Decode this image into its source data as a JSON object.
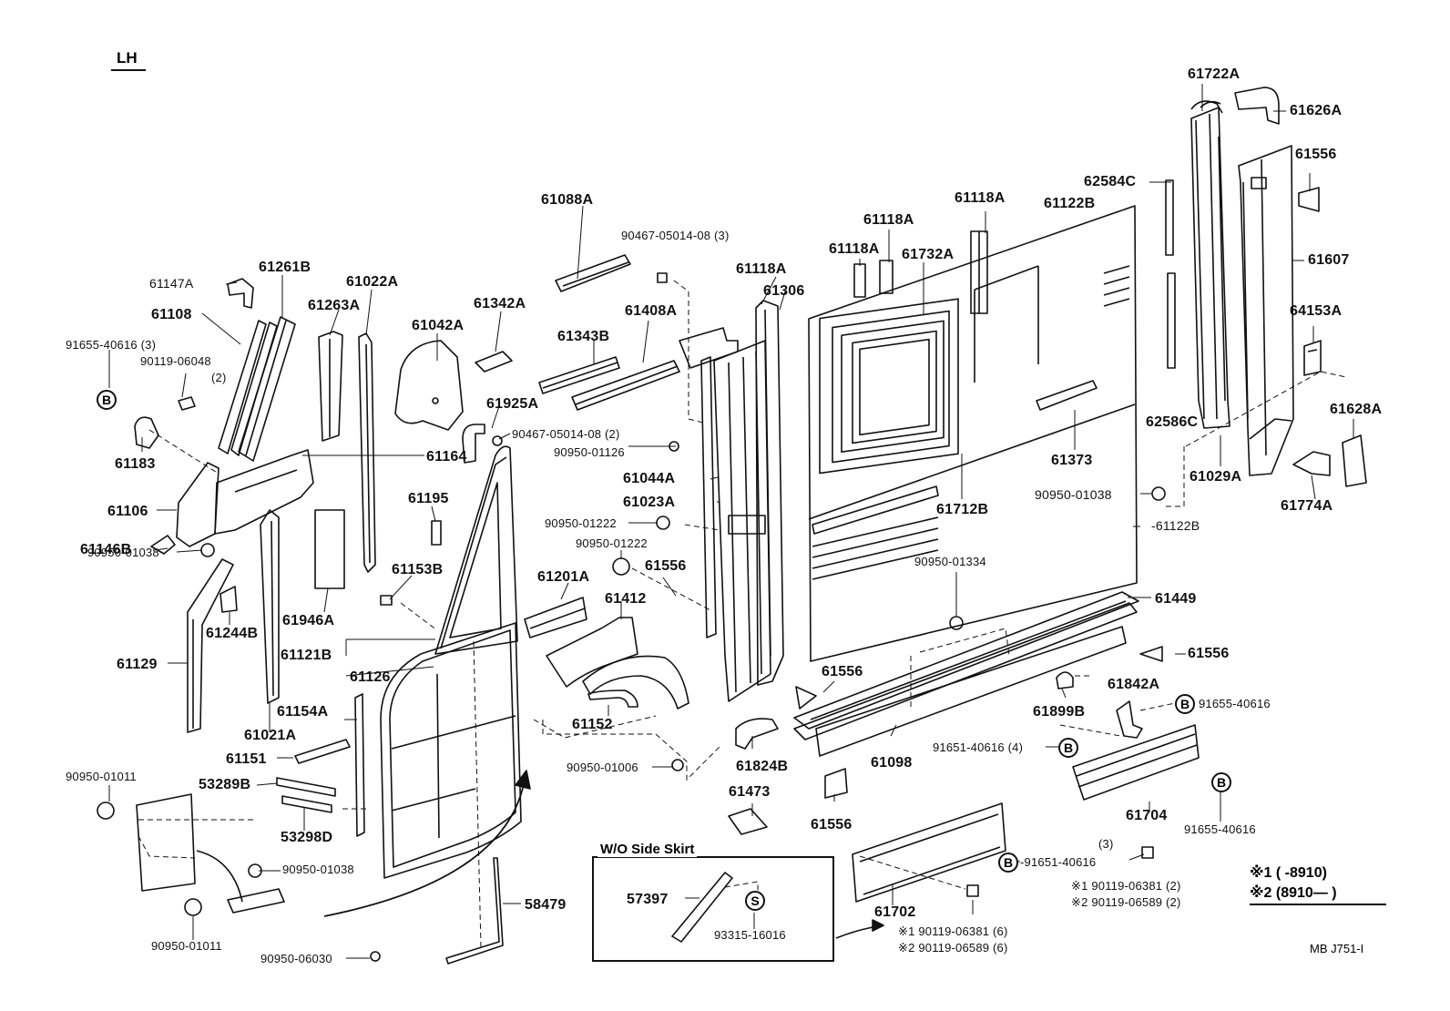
{
  "header": {
    "side_label": "LH"
  },
  "inset": {
    "title": "W/O Side Skirt"
  },
  "legend": {
    "row1": "※1 (      -8910)",
    "row2": "※2 (8910—      )"
  },
  "diagram_code": "MB  J751-I",
  "bolt_marker": "B",
  "screw_marker": "S",
  "parts": {
    "p61722A": "61722A",
    "p61626A": "61626A",
    "p61556_a": "61556",
    "p62584C": "62584C",
    "p61118A_a": "61118A",
    "p61122B_a": "61122B",
    "p61118A_b": "61118A",
    "p61118A_c": "61118A",
    "p61732A": "61732A",
    "p61607": "61607",
    "p64153A": "64153A",
    "p61628A": "61628A",
    "p62586C": "62586C",
    "p61029A": "61029A",
    "p61774A": "61774A",
    "p61373": "61373",
    "p61712B": "61712B",
    "p90950_01038_a": "90950-01038",
    "p61122B_b": "-61122B",
    "p61088A": "61088A",
    "p90467_a": "90467-05014-08 (3)",
    "p61118A_d": "61118A",
    "p61306": "61306",
    "p61343B": "61343B",
    "p61408A": "61408A",
    "p61147A": "61147A",
    "p61261B": "61261B",
    "p61022A": "61022A",
    "p61263A": "61263A",
    "p61042A": "61042A",
    "p61342A": "61342A",
    "p61108": "61108",
    "p91655_40616_3": "91655-40616 (3)",
    "p90119_06048": "90119-06048",
    "p90119_06048_qty": "(2)",
    "p61925A": "61925A",
    "p90467_b": "90467-05014-08 (2)",
    "p90950_01126": "90950-01126",
    "p61183": "61183",
    "p61164": "61164",
    "p61044A": "61044A",
    "p61023A": "61023A",
    "p61106": "61106",
    "p61195": "61195",
    "p90950_01222_a": "90950-01222",
    "p90950_01222_b": "90950-01222",
    "p61146B": "61146B",
    "p90950_01038_b": "90950-01038",
    "p61153B": "61153B",
    "p61201A": "61201A",
    "p61556_b": "61556",
    "p90950_01334": "90950-01334",
    "p61449": "61449",
    "p61244B": "61244B",
    "p61946A": "61946A",
    "p61412": "61412",
    "p61121B": "61121B",
    "p61129": "61129",
    "p61126": "61126",
    "p61556_c": "61556",
    "p61556_d": "61556",
    "p61842A": "61842A",
    "p61154A": "61154A",
    "p61152": "61152",
    "p61899B": "61899B",
    "p91655_40616_r": "91655-40616",
    "p61021A": "61021A",
    "p61151": "61151",
    "p61098": "61098",
    "p90950_01006": "90950-01006",
    "p61824B": "61824B",
    "p91651_40616_4": "91651-40616 (4)",
    "p90950_01011_a": "90950-01011",
    "p53289B": "53289B",
    "p61473": "61473",
    "p61704": "61704",
    "p91655_40616_b": "91655-40616",
    "p53298D": "53298D",
    "p61556_e": "61556",
    "p3": "(3)",
    "p91651_40616": "-91651-40616",
    "p90950_01038_c": "90950-01038",
    "p57397": "57397",
    "p58479": "58479",
    "p61702": "61702",
    "p93315_16016": "93315-16016",
    "p90950_01011_b": "90950-01011",
    "p90950_06030": "90950-06030",
    "p90119_06381_6": "※1 90119-06381 (6)",
    "p90119_06589_6": "※2 90119-06589 (6)",
    "p90119_06381_2": "※1  90119-06381 (2)",
    "p90119_06589_2": "※2  90119-06589 (2)"
  }
}
